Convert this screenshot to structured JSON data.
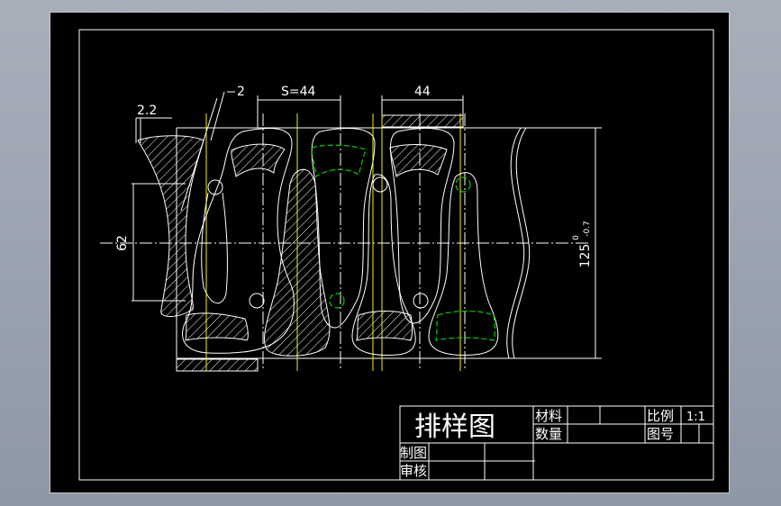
{
  "dimensions": {
    "gap_top": "2.2",
    "gap_diag": "2",
    "pitch": "S=44",
    "width_top": "44",
    "height_left": "62",
    "height_right_main": "125",
    "height_right_upper": "0",
    "height_right_lower": "-0.7"
  },
  "title_block": {
    "drawing_title": "排样图",
    "material_label": "材料",
    "quantity_label": "数量",
    "scale_label": "比例",
    "scale_value": "1:1",
    "drawing_no_label": "图号",
    "drawn_by_label": "制图",
    "checked_by_label": "审核"
  },
  "colors": {
    "background": "#000000",
    "line": "#ffffff",
    "center_line": "#f2f200",
    "dashed_contour": "#00d000",
    "app_frame": "#9aa3b0"
  }
}
